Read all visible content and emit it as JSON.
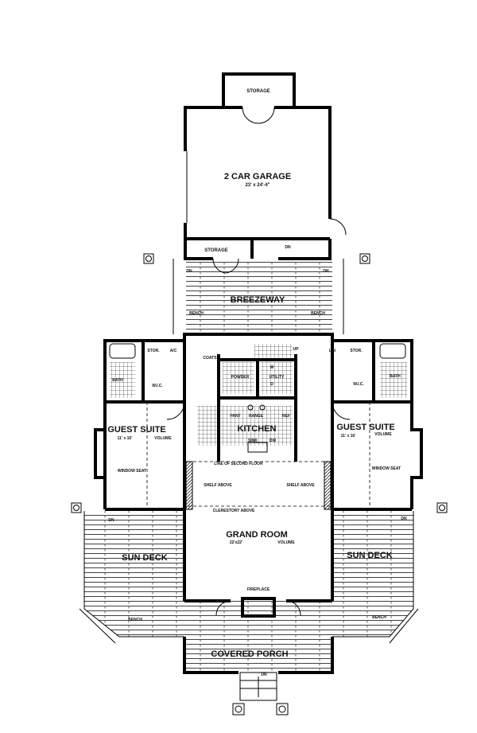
{
  "rooms": {
    "storage_top": "STORAGE",
    "garage": "2 CAR GARAGE",
    "garage_dims": "23' x 24'-4\"",
    "storage_lower": "STORAGE",
    "breezeway": "BREEZEWAY",
    "kitchen": "KITCHEN",
    "powder": "POWDER",
    "utility": "UTILITY",
    "grand_room": "GRAND ROOM",
    "grand_room_dims": "22'x22'",
    "grand_room_volume": "VOLUME",
    "guest_suite_left": "GUEST SUITE",
    "guest_suite_left_dims": "11' x 16'",
    "guest_suite_left_volume": "VOLUME",
    "guest_suite_right": "GUEST SUITE",
    "guest_suite_right_dims": "11' x 16'",
    "guest_suite_right_volume": "VOLUME",
    "sun_deck_left": "SUN DECK",
    "sun_deck_right": "SUN DECK",
    "covered_porch": "COVERED PORCH"
  },
  "notes": {
    "dn_breezeway_left": "DN",
    "dn_breezeway_right": "DN",
    "dn_garage_stair": "DN",
    "bench_breezeway_left": "BENCH",
    "bench_breezeway_right": "BENCH",
    "stor_left": "STOR.",
    "ac": "A/C",
    "coats": "COATS",
    "up": "UP",
    "lin": "LIN",
    "stor_right": "STOR.",
    "bath_left": "BATH",
    "wic_left": "W.I.C.",
    "wic_right": "W.I.C.",
    "bath_right": "BATH",
    "washer": "W",
    "dryer": "D",
    "pant": "PANT",
    "range": "RANGE",
    "ref": "REF",
    "sink": "SINK",
    "dw": "DW",
    "window_seat_left": "WINDOW SEAT",
    "window_seat_right": "WINDOW SEAT",
    "line_second_floor": "LINE OF SECOND FLOOR",
    "shelf_above_left": "SHELF ABOVE",
    "shelf_above_right": "SHELF ABOVE",
    "clerestory": "CLERESTORY ABOVE",
    "dn_deck_left": "DN",
    "dn_deck_right": "DN",
    "fireplace": "FIREPLACE",
    "bench_porch_left": "BENCH",
    "bench_porch_right": "BENCH",
    "dn_porch": "DN"
  }
}
